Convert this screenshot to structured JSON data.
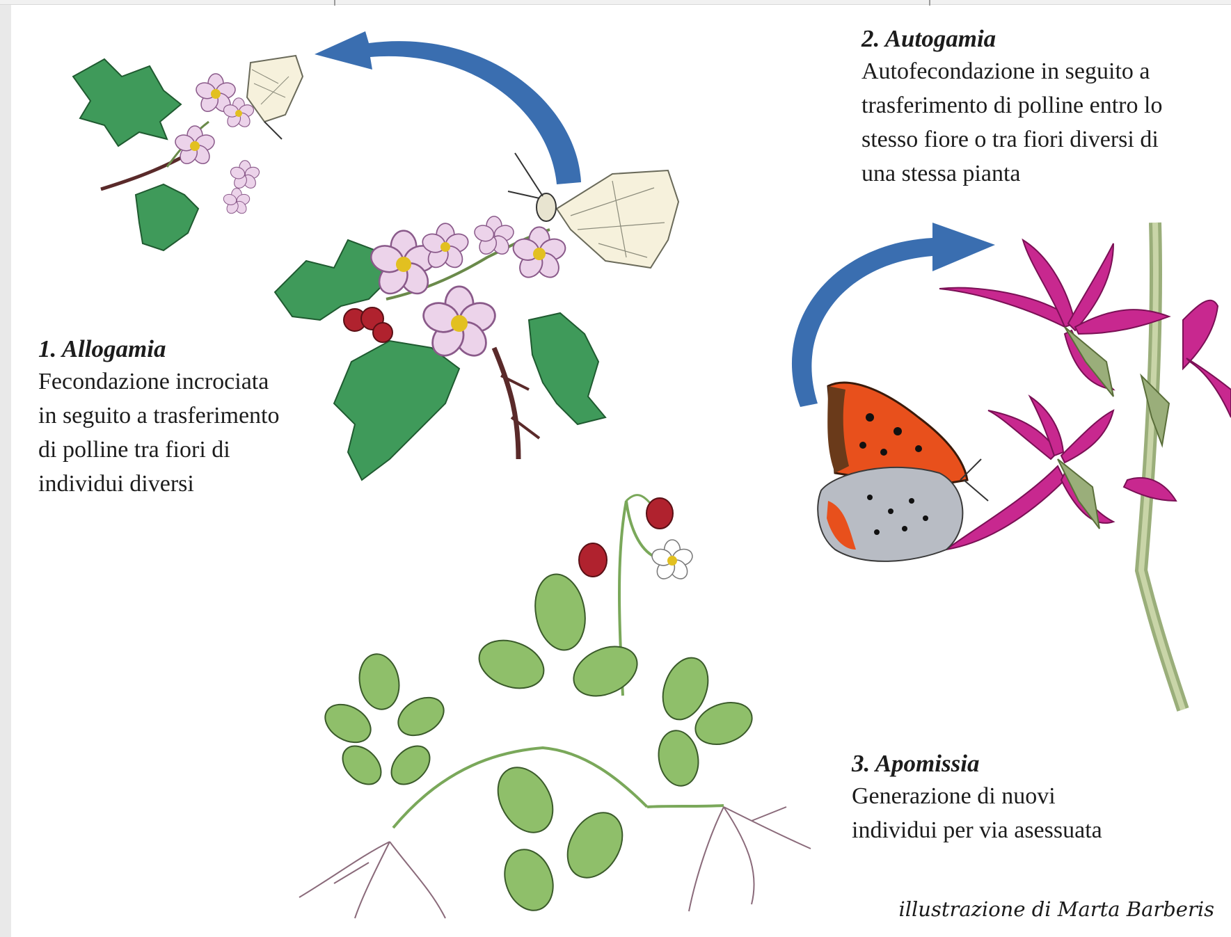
{
  "sections": [
    {
      "title": "1. Allogamia",
      "description": "Fecondazione incrociata\nin seguito a trasferimento\ndi polline tra fiori di\nindividui diversi"
    },
    {
      "title": "2. Autogamia",
      "description": "Autofecondazione in seguito a\ntrasferimento di polline entro lo\nstesso fiore o tra fiori diversi di\nuna stessa pianta"
    },
    {
      "title": "3. Apomissia",
      "description": "Generazione di nuovi\nindividui per via asessuata"
    }
  ],
  "credit": "illustrazione di Marta Barberis",
  "colors": {
    "arrow": "#3a6eb0",
    "leaf": "#3f9a5a",
    "hawthorn_petal": "#ecd3ea",
    "loosestrife_petal": "#c8288f",
    "strawberry_leaf": "#8fbf6a",
    "berry": "#b0222e",
    "butterfly_orange": "#e8501c"
  },
  "icons": [
    "curved-arrow-icon",
    "hawthorn-branch-illustration",
    "white-butterfly-illustration",
    "copper-butterfly-illustration",
    "loosestrife-illustration",
    "strawberry-plant-illustration"
  ]
}
